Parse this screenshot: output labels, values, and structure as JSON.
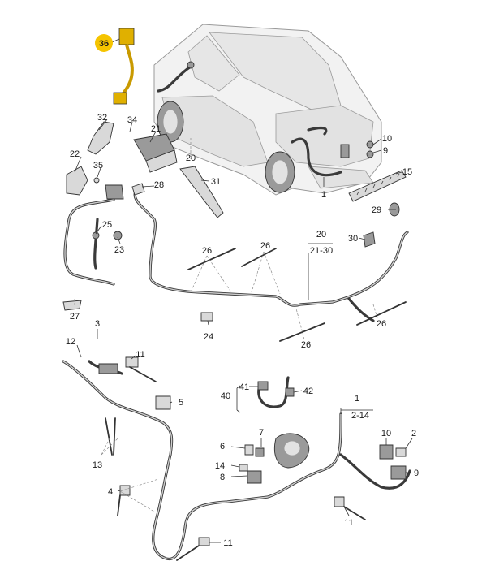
{
  "callouts": {
    "c36": "36",
    "c32": "32",
    "c34": "34",
    "c21a": "21",
    "c20a": "20",
    "c22": "22",
    "c35": "35",
    "c28": "28",
    "c31": "31",
    "c10a": "10",
    "c9a": "9",
    "c15": "15",
    "c1a": "1",
    "c29": "29",
    "c25": "25",
    "c23": "23",
    "c20b": "20",
    "c2130": "21-30",
    "c30": "30",
    "c26a": "26",
    "c26b": "26",
    "c27": "27",
    "c24": "24",
    "c26c": "26",
    "c26d": "26",
    "c3": "3",
    "c12": "12",
    "c11a": "11",
    "c41": "41",
    "c42": "42",
    "c40": "40",
    "c5": "5",
    "c1b": "1",
    "c214": "2-14",
    "c13": "13",
    "c7": "7",
    "c10b": "10",
    "c2": "2",
    "c6": "6",
    "c14": "14",
    "c9b": "9",
    "c8": "8",
    "c4": "4",
    "c11b": "11",
    "c11c": "11"
  },
  "colors": {
    "highlight": "#f5c400",
    "wire": "#3a3a3a",
    "part": "#d9d9d9",
    "car_body": "#f2f2f2"
  }
}
